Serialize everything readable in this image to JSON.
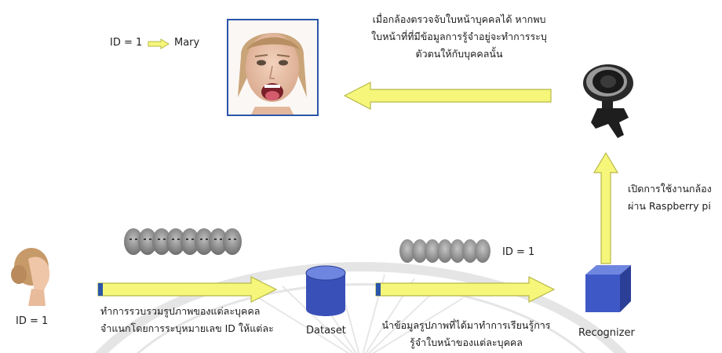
{
  "top": {
    "id_label": "ID = 1",
    "person_name": "Mary",
    "detect_text": [
      "เมื่อกล้องตรวจจับใบหน้าบุคคลได้ หากพบ",
      "ใบหน้าที่ที่มีข้อมูลการรู้จำอยู่จะทำการระบุ",
      "ตัวตนให้กับบุคคลนั้น"
    ],
    "camera_text": [
      "เปิดการใช้งานกล้อง",
      "ผ่าน Raspberry pi"
    ]
  },
  "bottom": {
    "person_id": "ID = 1",
    "collect_text": [
      "ทำการรวบรวมรูปภาพของแต่ละบุคคล",
      "จำแนกโดยการระบุหมายเลข ID ให้แต่ละ"
    ],
    "dataset_label": "Dataset",
    "train_id": "ID = 1",
    "train_text": [
      "นำข้อมูลรูปภาพที่ได้มาทำการเรียนรู้การ",
      "รู้จำใบหน้าของแต่ละบุคคล"
    ],
    "recognizer_label": "Recognizer"
  },
  "colors": {
    "arrow_fill": "#f6f77a",
    "arrow_stroke": "#b7b84a",
    "frame_blue": "#2a55a8",
    "cube_front": "#3e59c6",
    "cube_top": "#6f86e0",
    "cube_side": "#2b3f97",
    "cylinder": "#3950b8",
    "watermark": "#d9d9d9"
  }
}
